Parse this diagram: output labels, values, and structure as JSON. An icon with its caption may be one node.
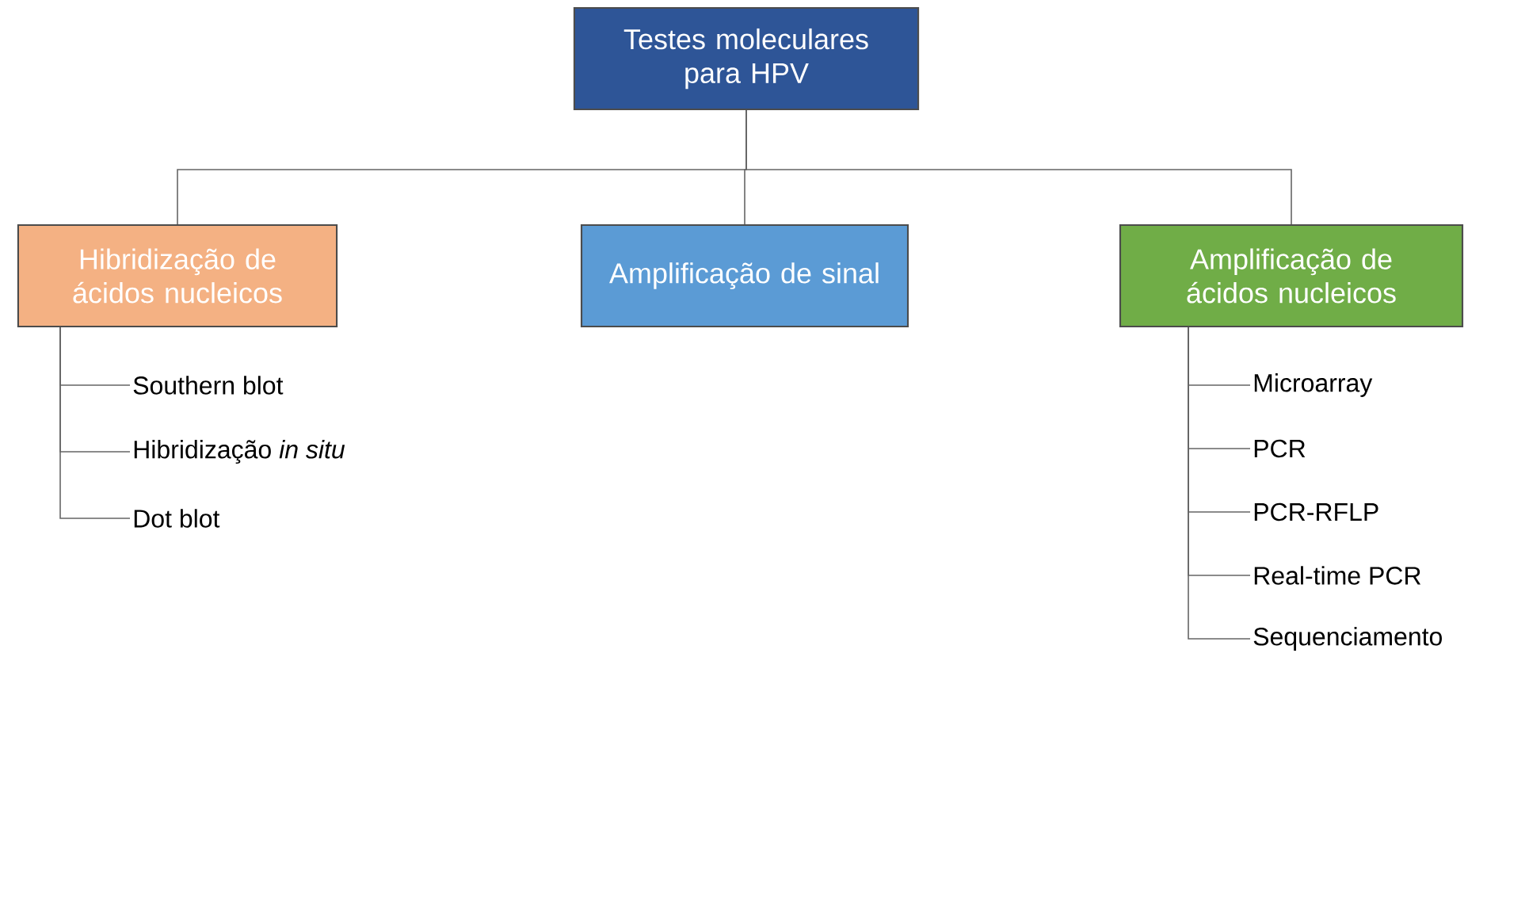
{
  "diagram": {
    "nodes": [
      {
        "text": [
          "Testes moleculares para HPV"
        ]
      },
      {
        "text": [
          "Hibridização de ácidos nucleicos"
        ]
      },
      {
        "text": [
          "Amplificação de sinal"
        ]
      },
      {
        "text": [
          "Amplificação de ácidos nucleicos"
        ]
      },
      {
        "text": [
          "Southern blot"
        ]
      },
      {
        "text": [
          "Hibridização *in situ*"
        ]
      },
      {
        "text": [
          "Dot blot"
        ]
      },
      {
        "text": [
          "Microarray"
        ]
      },
      {
        "text": [
          "PCR"
        ]
      },
      {
        "text": [
          "PCR-RFLP"
        ]
      },
      {
        "text": [
          "Real-time PCR"
        ]
      },
      {
        "text": [
          "Sequenciamento"
        ]
      }
    ],
    "edges": [
      {
        "from": 0,
        "to": 1,
        "arrow": "none"
      },
      {
        "from": 0,
        "to": 2,
        "arrow": "none"
      },
      {
        "from": 0,
        "to": 3,
        "arrow": "none"
      },
      {
        "from": 1,
        "to": 4,
        "arrow": "none"
      },
      {
        "from": 1,
        "to": 5,
        "arrow": "none"
      },
      {
        "from": 1,
        "to": 6,
        "arrow": "none"
      },
      {
        "from": 3,
        "to": 7,
        "arrow": "none"
      },
      {
        "from": 3,
        "to": 8,
        "arrow": "none"
      },
      {
        "from": 3,
        "to": 9,
        "arrow": "none"
      },
      {
        "from": 3,
        "to": 10,
        "arrow": "none"
      },
      {
        "from": 3,
        "to": 11,
        "arrow": "none"
      }
    ]
  }
}
